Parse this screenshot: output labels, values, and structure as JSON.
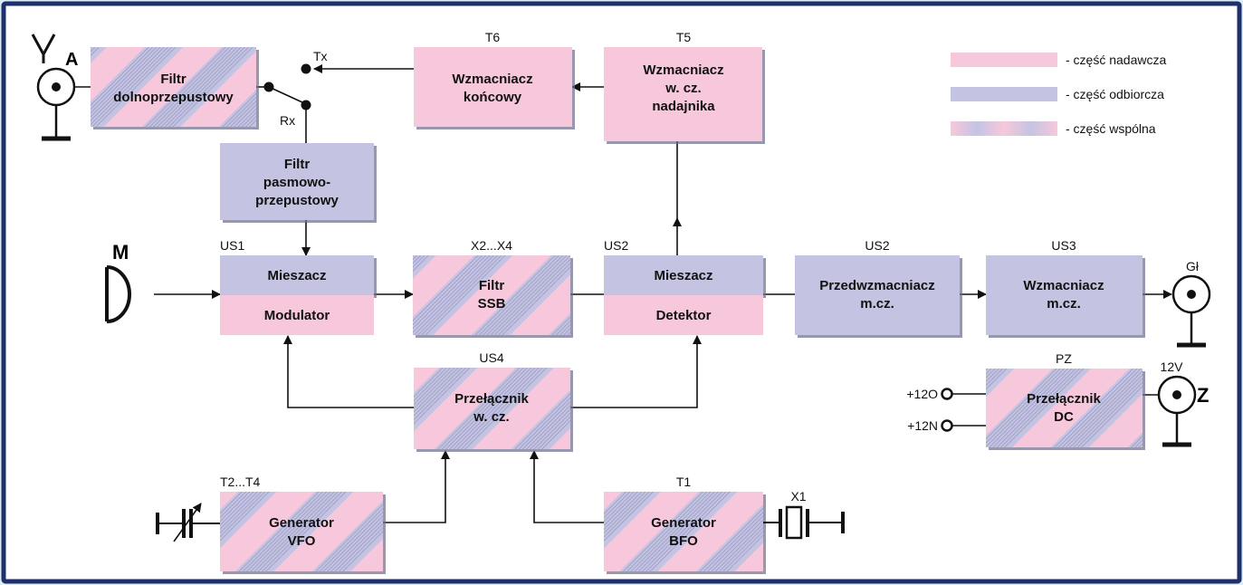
{
  "legend": {
    "send": "- część nadawcza",
    "receive": "- część odbiorcza",
    "common": "- część wspólna"
  },
  "colors": {
    "send": "#f7c8dc",
    "receive": "#c4c4e2",
    "frame": "#1f2f6e",
    "background": "#d9eef7"
  },
  "blocks": {
    "lpf": {
      "lines": [
        "Filtr",
        "dolnoprzepustowy"
      ]
    },
    "bpf": {
      "lines": [
        "Filtr",
        "pasmowo-",
        "przepustowy"
      ]
    },
    "pa": {
      "tag": "T6",
      "lines": [
        "Wzmacniacz",
        "końcowy"
      ]
    },
    "txamp": {
      "tag": "T5",
      "lines": [
        "Wzmacniacz",
        "w. cz.",
        "nadajnika"
      ]
    },
    "mixmod": {
      "tag": "US1",
      "top": "Mieszacz",
      "bottom": "Modulator"
    },
    "ssb": {
      "tag": "X2...X4",
      "lines": [
        "Filtr",
        "SSB"
      ]
    },
    "mixdet": {
      "tag": "US2",
      "top": "Mieszacz",
      "bottom": "Detektor"
    },
    "preamp": {
      "tag": "US2",
      "lines": [
        "Przedwzmacniacz",
        "m.cz."
      ]
    },
    "afamp": {
      "tag": "US3",
      "lines": [
        "Wzmacniacz",
        "m.cz."
      ]
    },
    "rfsw": {
      "tag": "US4",
      "lines": [
        "Przełącznik",
        "w. cz."
      ]
    },
    "dcsw": {
      "tag": "PZ",
      "lines": [
        "Przełącznik",
        "DC"
      ]
    },
    "vfo": {
      "tag": "T2...T4",
      "lines": [
        "Generator",
        "VFO"
      ]
    },
    "bfo": {
      "tag": "T1",
      "lines": [
        "Generator",
        "BFO"
      ]
    }
  },
  "labels": {
    "antenna": "A",
    "tx": "Tx",
    "rx": "Rx",
    "mic": "M",
    "speaker": "Gł",
    "power": "Z",
    "v12": "12V",
    "p12o": "+12O",
    "p12n": "+12N",
    "crystal": "X1"
  }
}
